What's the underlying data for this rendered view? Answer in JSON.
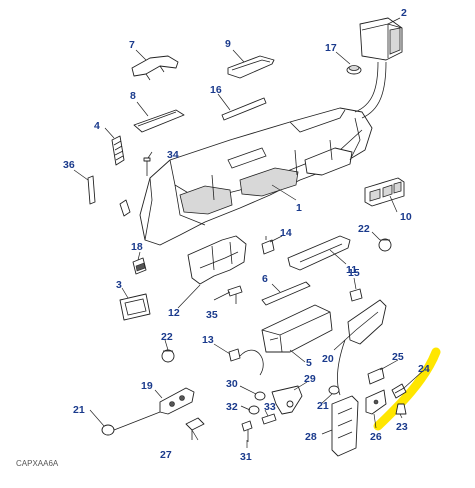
{
  "diagram": {
    "reference_code": "CAPXAA6A",
    "highlight_color": "#ffe600",
    "callout_color": "#1a3a8c",
    "callouts": {
      "c1": "1",
      "c2": "2",
      "c3": "3",
      "c4": "4",
      "c5": "5",
      "c6": "6",
      "c7": "7",
      "c8": "8",
      "c9": "9",
      "c10": "10",
      "c11": "11",
      "c12": "12",
      "c13": "13",
      "c14": "14",
      "c15": "15",
      "c16": "16",
      "c17": "17",
      "c18": "18",
      "c19": "19",
      "c20": "20",
      "c21a": "21",
      "c21b": "21",
      "c22a": "22",
      "c22b": "22",
      "c23": "23",
      "c24": "24",
      "c25": "25",
      "c26": "26",
      "c27": "27",
      "c28": "28",
      "c29": "29",
      "c30": "30",
      "c31": "31",
      "c32": "32",
      "c33": "33",
      "c34": "34",
      "c35": "35",
      "c36": "36"
    }
  }
}
